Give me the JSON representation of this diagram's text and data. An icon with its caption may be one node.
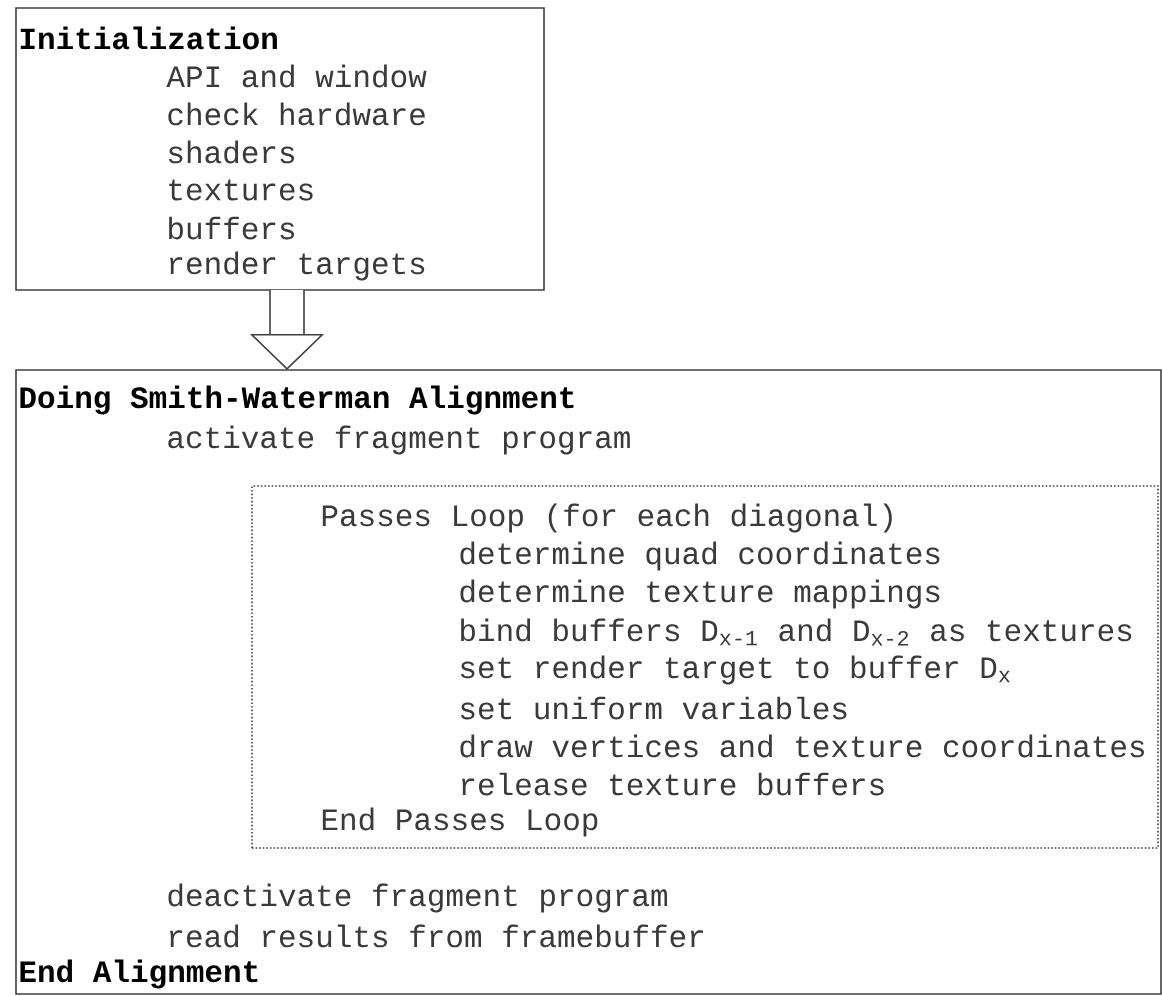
{
  "diagram": {
    "nodes": [
      {
        "text": [
          "Initialization",
          "API and window",
          "check hardware",
          "shaders",
          "textures",
          "buffers",
          "render targets"
        ]
      },
      {
        "text": [
          "Doing Smith-Waterman Alignment",
          "activate fragment program",
          "deactivate fragment program",
          "read results from framebuffer",
          "End Alignment"
        ]
      },
      {
        "text": [
          "Passes Loop (for each diagonal)",
          "determine quad coordinates",
          "determine texture mappings",
          "bind buffers D$_{x-1}$ and  D$_{x-2}$ as textures",
          "set render target to buffer D$_{x}$",
          "set uniform variables",
          "draw vertices and texture coordinates",
          "release texture buffers",
          "End Passes Loop"
        ],
        "in": 1
      }
    ],
    "edges": [
      {
        "from": 0,
        "to": 1,
        "arrow": "to"
      }
    ]
  }
}
